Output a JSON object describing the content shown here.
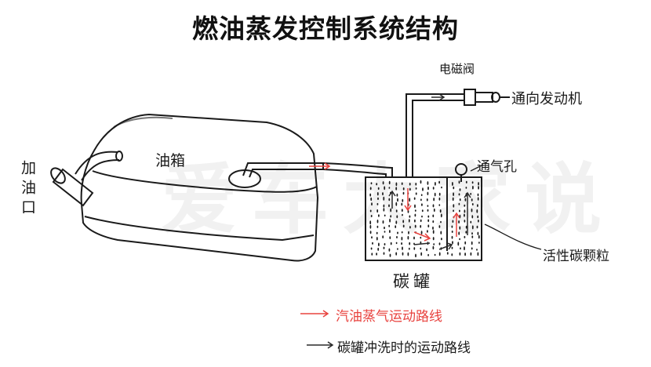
{
  "title": "燃油蒸发控制系统结构",
  "watermark": "爱车大家说",
  "labels": {
    "filler": "加油口",
    "tank": "油箱",
    "solenoid_valve": "电磁阀",
    "to_engine": "通向发动机",
    "vent_hole": "通气孔",
    "canister": "碳罐",
    "activated_carbon": "活性碳颗粒"
  },
  "legend": {
    "red_arrow_label": "汽油蒸气运动路线",
    "black_arrow_label": "碳罐冲洗时的运动路线"
  },
  "colors": {
    "vapor_path": "#e8433f",
    "purge_path": "#2a2a2a",
    "line": "#1a1a1a",
    "watermark": "#cfcfcf"
  }
}
